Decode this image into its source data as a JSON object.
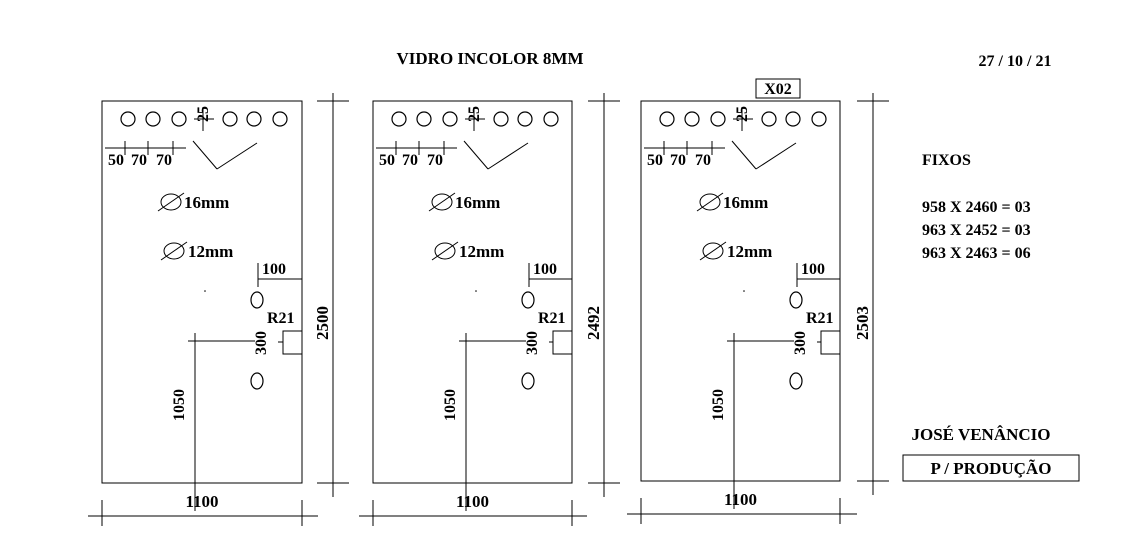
{
  "header": {
    "title": "VIDRO INCOLOR 8MM",
    "date": "27 / 10 / 21"
  },
  "panels": [
    {
      "tag": "",
      "width_label": "1100",
      "height_label": "2500",
      "hole_offset_label": "25",
      "spacing_labels": [
        "50",
        "70",
        "70"
      ],
      "hole_16_label": "16mm",
      "hole_12_label": "12mm",
      "edge_offset_label": "100",
      "notch_label": "R21",
      "notch_spacing_label": "300",
      "notch_height_label": "1050"
    },
    {
      "tag": "",
      "width_label": "1100",
      "height_label": "2492",
      "hole_offset_label": "25",
      "spacing_labels": [
        "50",
        "70",
        "70"
      ],
      "hole_16_label": "16mm",
      "hole_12_label": "12mm",
      "edge_offset_label": "100",
      "notch_label": "R21",
      "notch_spacing_label": "300",
      "notch_height_label": "1050"
    },
    {
      "tag": "X02",
      "width_label": "1100",
      "height_label": "2503",
      "hole_offset_label": "25",
      "spacing_labels": [
        "50",
        "70",
        "70"
      ],
      "hole_16_label": "16mm",
      "hole_12_label": "12mm",
      "edge_offset_label": "100",
      "notch_label": "R21",
      "notch_spacing_label": "300",
      "notch_height_label": "1050"
    }
  ],
  "fixos": {
    "heading": "FIXOS",
    "lines": [
      "958 X 2460 = 03",
      "963 X 2452 = 03",
      "963 X 2463 = 06"
    ]
  },
  "signature": {
    "name": "JOSÉ VENÂNCIO",
    "stamp": "P / PRODUÇÃO"
  }
}
